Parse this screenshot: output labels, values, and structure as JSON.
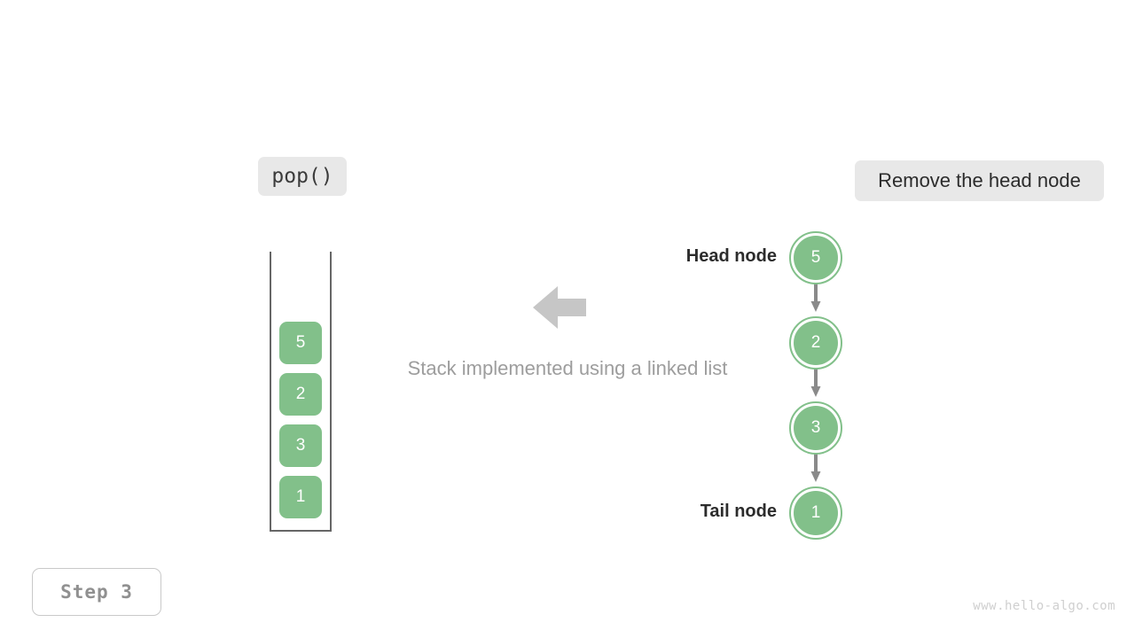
{
  "operation": {
    "label": "pop()"
  },
  "description": {
    "label": "Remove the head node"
  },
  "caption": {
    "text": "Stack implemented using a linked list"
  },
  "stack": {
    "cells": [
      {
        "value": "5"
      },
      {
        "value": "2"
      },
      {
        "value": "3"
      },
      {
        "value": "1"
      }
    ]
  },
  "linked_list": {
    "head_label": "Head node",
    "tail_label": "Tail node",
    "nodes": [
      {
        "value": "5"
      },
      {
        "value": "2"
      },
      {
        "value": "3"
      },
      {
        "value": "1"
      }
    ]
  },
  "step": {
    "label": "Step 3"
  },
  "watermark": {
    "text": "www.hello-algo.com"
  },
  "colors": {
    "node_green": "#82c08a",
    "chip_gray": "#e8e8e8",
    "arrow_gray": "#c6c6c6",
    "link_arrow_gray": "#8a8a8a",
    "caption_gray": "#9d9d9d",
    "wall_gray": "#666666",
    "step_text_gray": "#909090",
    "watermark_gray": "#cfcfcf"
  }
}
